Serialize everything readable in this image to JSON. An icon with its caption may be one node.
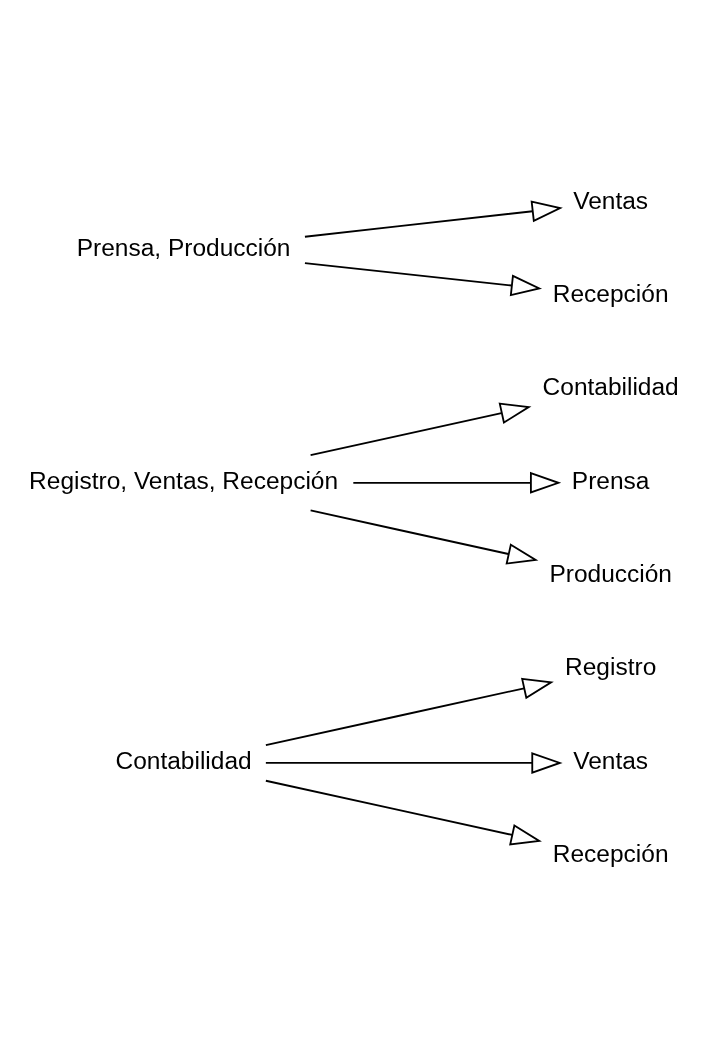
{
  "diagram": {
    "nodes": [
      {
        "text": [
          "Contabilidad"
        ]
      },
      {
        "text": [
          "Registro"
        ]
      },
      {
        "text": [
          "Ventas"
        ]
      },
      {
        "text": [
          "Recepción"
        ]
      },
      {
        "text": [
          "Registro, Ventas, Recepción"
        ]
      },
      {
        "text": [
          "Contabilidad"
        ]
      },
      {
        "text": [
          "Prensa"
        ]
      },
      {
        "text": [
          "Producción"
        ]
      },
      {
        "text": [
          "Prensa, Producción"
        ]
      },
      {
        "text": [
          "Ventas"
        ]
      },
      {
        "text": [
          "Recepción"
        ]
      }
    ],
    "edges": [
      {
        "from": 0,
        "to": 1,
        "arrow": "to"
      },
      {
        "from": 0,
        "to": 2,
        "arrow": "to"
      },
      {
        "from": 0,
        "to": 3,
        "arrow": "to"
      },
      {
        "from": 4,
        "to": 5,
        "arrow": "to"
      },
      {
        "from": 4,
        "to": 6,
        "arrow": "to"
      },
      {
        "from": 4,
        "to": 7,
        "arrow": "to"
      },
      {
        "from": 8,
        "to": 9,
        "arrow": "to"
      },
      {
        "from": 8,
        "to": 10,
        "arrow": "to"
      }
    ]
  }
}
